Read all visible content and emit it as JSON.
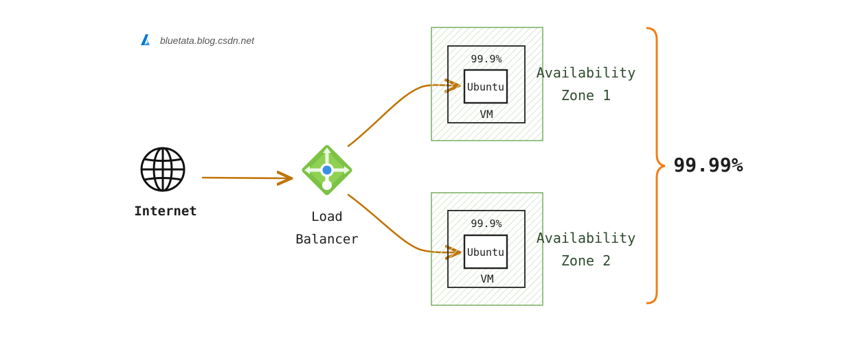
{
  "watermark": {
    "text": "bluetata.blog.csdn.net",
    "icon": "azure-logo-icon"
  },
  "internet": {
    "label": "Internet",
    "icon": "globe-icon"
  },
  "load_balancer": {
    "label_line1": "Load",
    "label_line2": "Balancer",
    "icon": "load-balancer-icon"
  },
  "zones": [
    {
      "sla": "99.9%",
      "vm_os": "Ubuntu",
      "vm_label": "VM",
      "name_line1": "Availability",
      "name_line2": "Zone 1"
    },
    {
      "sla": "99.9%",
      "vm_os": "Ubuntu",
      "vm_label": "VM",
      "name_line1": "Availability",
      "name_line2": "Zone 2"
    }
  ],
  "combined_sla": "99.99%",
  "colors": {
    "arrow": "#c0750a",
    "brace": "#f07d17",
    "zone_border": "#7fb26b",
    "zone_hatch": "#d6e6cf",
    "lb_green": "#7cc244",
    "lb_blue": "#3b8fe6",
    "azure_blue": "#0a78d4"
  }
}
